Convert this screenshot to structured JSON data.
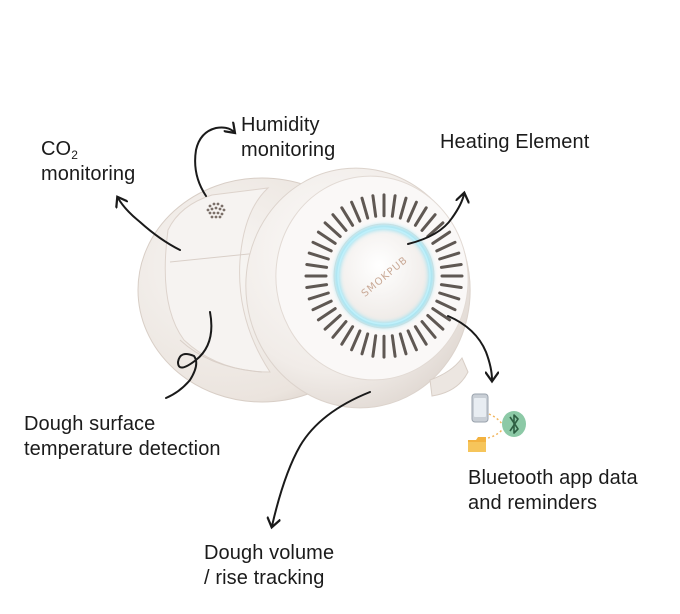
{
  "labels": {
    "co2_prefix": "CO",
    "co2_subscript": "2",
    "co2_line2": "monitoring",
    "humidity_line1": "Humidity",
    "humidity_line2": "monitoring",
    "heating": "Heating Element",
    "dough_surface_line1": "Dough surface",
    "dough_surface_line2": "temperature detection",
    "bluetooth_line1": "Bluetooth app data",
    "bluetooth_line2": "and reminders",
    "volume_line1": "Dough volume",
    "volume_line2": "/ rise tracking"
  },
  "device": {
    "brand": "SMOKPUB",
    "body_color": "#f3efec",
    "ring_color": "#7fd6ef"
  },
  "icons": [
    "phone-icon",
    "bluetooth-icon",
    "folder-icon",
    "dotted-connector-icon"
  ],
  "colors": {
    "arrow": "#1a1a1a",
    "text": "#1b1b1b",
    "bluetooth_badge": "#8cc9a6",
    "folder": "#f3b23f"
  }
}
